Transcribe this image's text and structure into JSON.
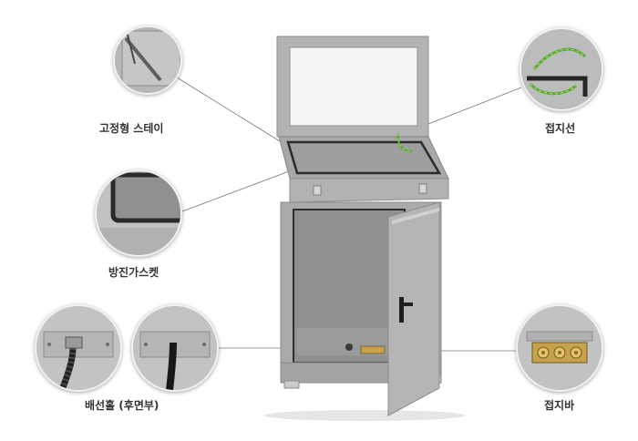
{
  "callouts": {
    "fixed_stay": "고정형 스테이",
    "ground_wire": "접지선",
    "dust_gasket": "방진가스켓",
    "cable_hole": "배선홀 (후면부)",
    "ground_bar": "접지바"
  },
  "colors": {
    "cabinet_gray": "#a9abaa",
    "cabinet_dark": "#8e908f",
    "glass": "#f4f4f4",
    "gasket": "#2a2a2a",
    "ground_wire_green": "#4cae3c",
    "ground_wire_yellow": "#e6d33a",
    "brass": "#c7a24a"
  }
}
